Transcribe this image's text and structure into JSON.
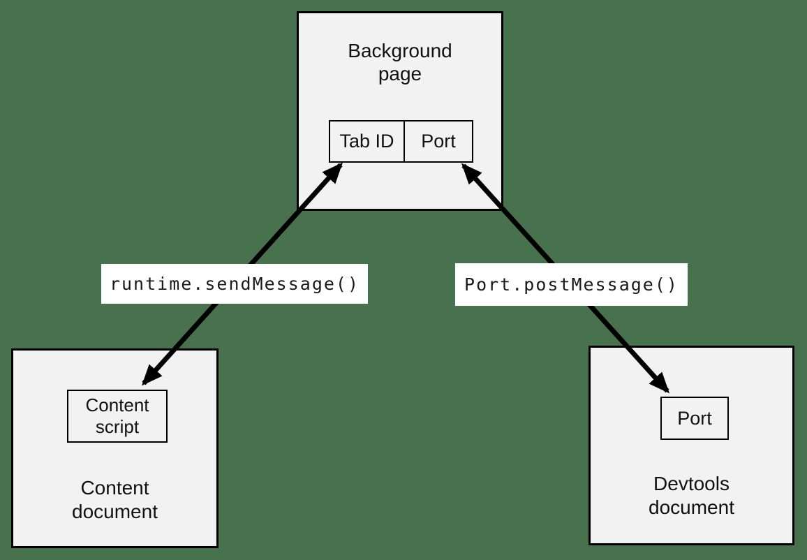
{
  "diagram": {
    "background_page": {
      "title": "Background\npage",
      "cells": [
        "Tab ID",
        "Port"
      ]
    },
    "content_document": {
      "title": "Content\ndocument",
      "inner": "Content\nscript"
    },
    "devtools_document": {
      "title": "Devtools\ndocument",
      "inner": "Port"
    },
    "edges": [
      {
        "label": "runtime.sendMessage()",
        "from": "content-script",
        "to": "tab-id-cell",
        "direction": "bidirectional"
      },
      {
        "label": "Port.postMessage()",
        "from": "devtools-port",
        "to": "background-port-cell",
        "direction": "bidirectional"
      }
    ],
    "colors": {
      "canvas_background": "#48714E",
      "box_fill": "#f2f2f2",
      "box_border": "#000000",
      "label_background": "#ffffff",
      "arrow": "#000000",
      "text": "#111111"
    }
  }
}
